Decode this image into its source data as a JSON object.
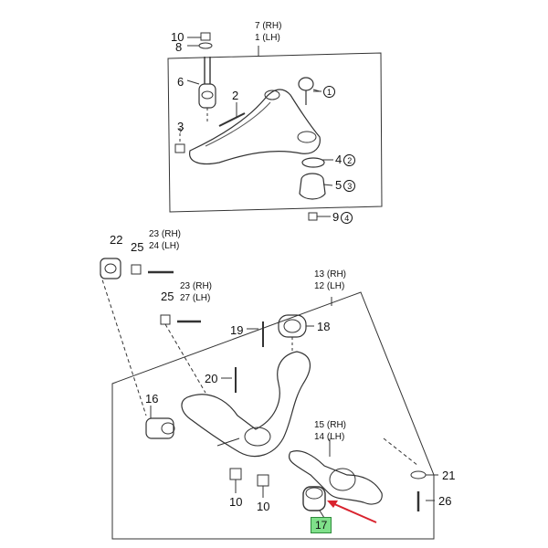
{
  "callouts": {
    "c10_top": "10",
    "c8": "8",
    "c6": "6",
    "c2": "2",
    "c3": "3",
    "c1": "1",
    "c4": "4",
    "c5": "5",
    "c9": "9",
    "c22": "22",
    "c25a": "25",
    "c25b": "25",
    "c19": "19",
    "c18": "18",
    "c20": "20",
    "c16": "16",
    "c10_b1": "10",
    "c10_b2": "10",
    "c21": "21",
    "c26": "26",
    "c17": "17"
  },
  "multi_labels": {
    "rh7": "7 (RH)",
    "lh1": "1 (LH)",
    "rh23a": "23 (RH)",
    "lh24": "24 (LH)",
    "rh23b": "23 (RH)",
    "lh27": "27 (LH)",
    "rh13": "13 (RH)",
    "lh12": "12 (LH)",
    "rh15": "15 (RH)",
    "lh14": "14 (LH)"
  },
  "circled": {
    "one": "1",
    "two": "2",
    "three": "3",
    "four": "4"
  },
  "highlight": {
    "color": "#7fe08a",
    "arrow_color": "#d9232e"
  }
}
